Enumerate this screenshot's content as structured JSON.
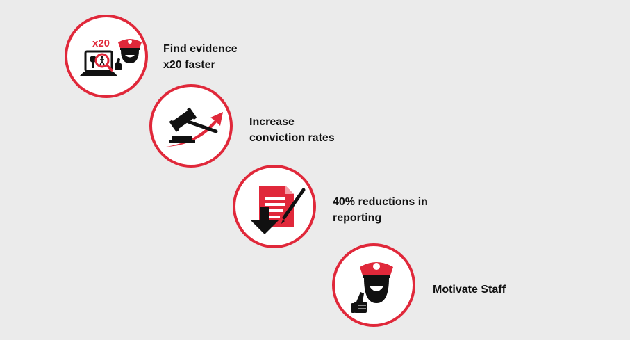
{
  "colors": {
    "accent": "#e0283a",
    "ink": "#111111",
    "background": "#ebebeb"
  },
  "steps": [
    {
      "icon": "laptop-search-officer-icon",
      "badge": "x20",
      "lines": [
        "Find evidence",
        "x20 faster"
      ]
    },
    {
      "icon": "gavel-up-arrow-icon",
      "lines": [
        "Increase",
        "conviction rates"
      ]
    },
    {
      "icon": "document-down-arrow-icon",
      "lines": [
        "40% reductions in",
        "reporting"
      ]
    },
    {
      "icon": "officer-thumbs-up-icon",
      "lines": [
        "Motivate Staff"
      ]
    }
  ]
}
